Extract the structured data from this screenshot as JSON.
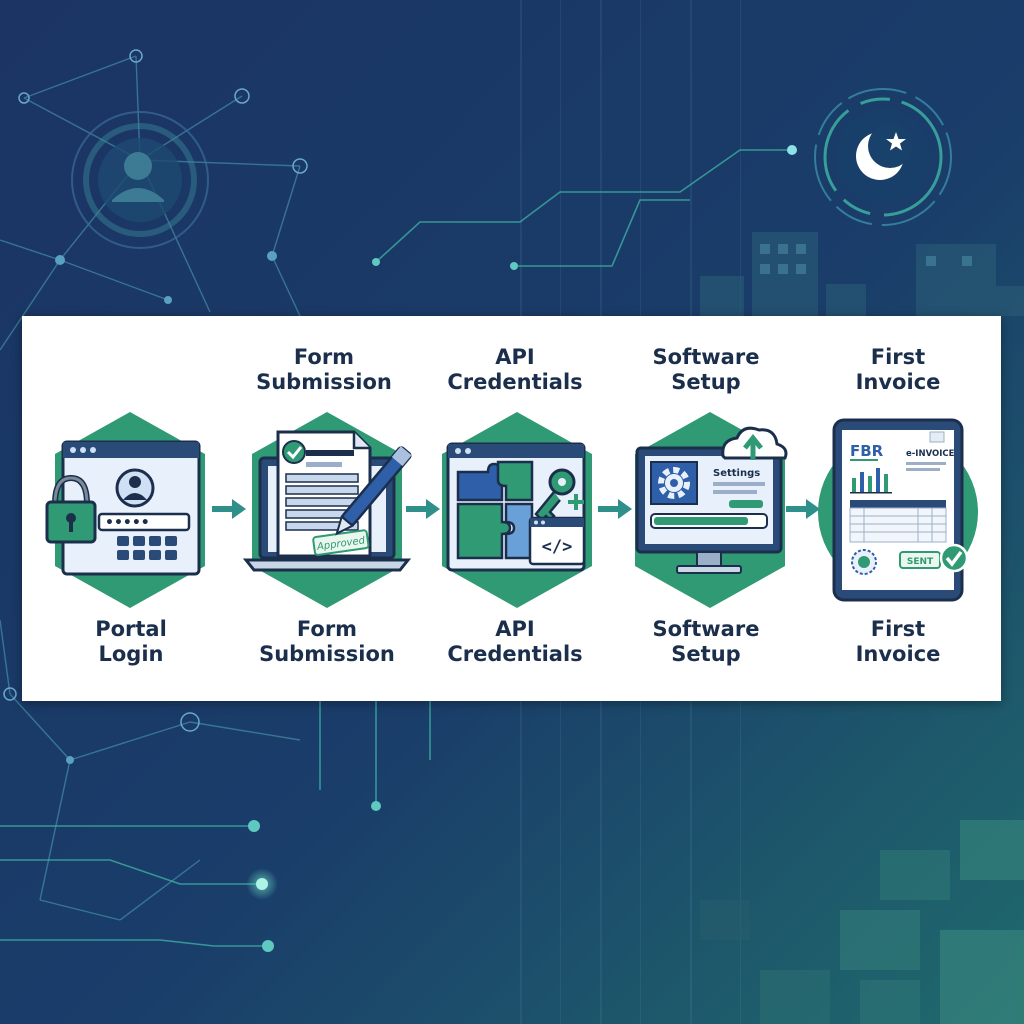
{
  "steps": [
    {
      "id": "portal-login",
      "top_label": "",
      "bottom_label": "Portal\nLogin",
      "password_mask": "•••••"
    },
    {
      "id": "form-submission",
      "top_label": "Form\nSubmission",
      "bottom_label": "Form\nSubmission",
      "stamp": "Approved"
    },
    {
      "id": "api-credentials",
      "top_label": "API\nCredentials",
      "bottom_label": "API\nCredentials",
      "code_glyph": "</>"
    },
    {
      "id": "software-setup",
      "top_label": "Software\nSetup",
      "bottom_label": "Software\nSetup",
      "settings_label": "Settings"
    },
    {
      "id": "first-invoice",
      "top_label": "First\nInvoice",
      "bottom_label": "First\nInvoice",
      "logo_text": "FBR",
      "doc_title": "e-INVOICE",
      "sent_label": "SENT"
    }
  ],
  "colors": {
    "background_dark": "#1a3566",
    "background_teal": "#1f6a6c",
    "accent_green": "#2a9a6e",
    "hex_green": "#2f9a74",
    "navy": "#1b2f4d",
    "arrow_teal": "#2f8f8a",
    "panel": "#ffffff"
  },
  "icons": {
    "background_left": "user-icon",
    "background_right": "crescent-star-icon",
    "step1": [
      "padlock-icon",
      "user-avatar-icon",
      "keypad-icon"
    ],
    "step2": [
      "document-icon",
      "check-icon",
      "pen-icon",
      "laptop-icon"
    ],
    "step3": [
      "puzzle-icon",
      "key-icon",
      "code-window-icon"
    ],
    "step4": [
      "monitor-icon",
      "gear-icon",
      "cloud-upload-icon",
      "progress-bar-icon"
    ],
    "step5": [
      "tablet-icon",
      "bar-chart-icon",
      "seal-icon",
      "check-icon"
    ]
  }
}
